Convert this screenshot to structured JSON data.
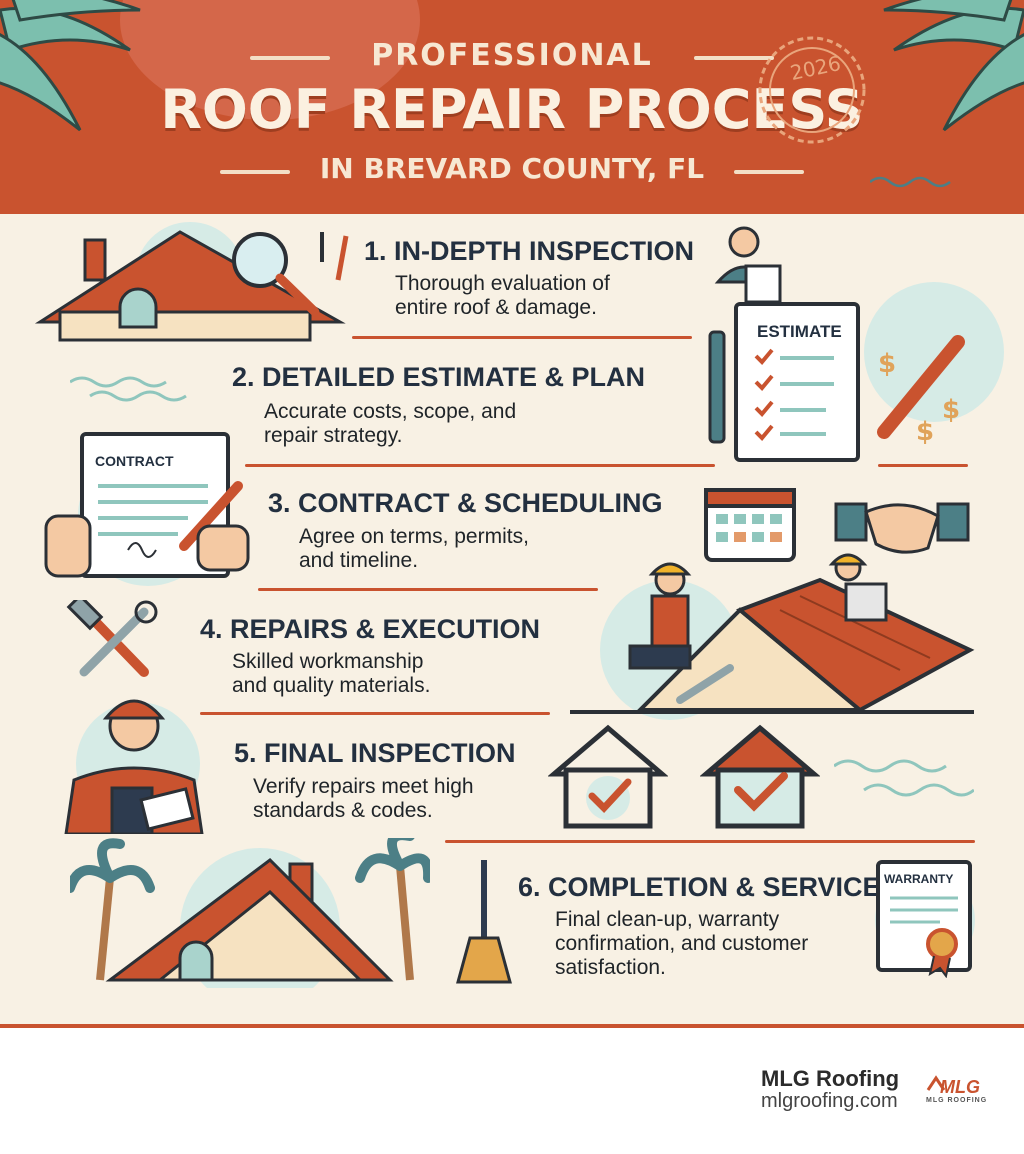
{
  "header": {
    "kicker": "PROFESSIONAL",
    "title": "ROOF REPAIR PROCESS",
    "subtitle": "IN BREVARD COUNTY, FL",
    "seal_year": "2026"
  },
  "steps": [
    {
      "title": "1. IN-DEPTH INSPECTION",
      "desc_line1": "Thorough evaluation of",
      "desc_line2": "entire roof & damage."
    },
    {
      "title": "2. DETAILED ESTIMATE & PLAN",
      "desc_line1": "Accurate costs, scope, and",
      "desc_line2": "repair strategy."
    },
    {
      "title": "3. CONTRACT & SCHEDULING",
      "desc_line1": "Agree on terms, permits,",
      "desc_line2": "and timeline."
    },
    {
      "title": "4. REPAIRS & EXECUTION",
      "desc_line1": "Skilled workmanship",
      "desc_line2": "and quality materials."
    },
    {
      "title": "5. FINAL INSPECTION",
      "desc_line1": "Verify repairs meet high",
      "desc_line2": "standards & codes."
    },
    {
      "title": "6. COMPLETION & SERVICE",
      "desc_line1": "Final clean-up, warranty",
      "desc_line2": "confirmation, and customer",
      "desc_line3": "satisfaction."
    }
  ],
  "illustrations": {
    "estimate_label": "ESTIMATE",
    "contract_label": "CONTRACT",
    "warranty_label": "WARRANTY"
  },
  "footer": {
    "brand": "MLG Roofing",
    "url": "mlgroofing.com",
    "logo_text": "MLG",
    "logo_sub": "MLG ROOFING"
  },
  "colors": {
    "header_bg": "#c9532f",
    "panel_bg": "#f8f1e4",
    "accent": "#c9532f",
    "navy": "#233040",
    "teal": "#6fb8ad"
  }
}
